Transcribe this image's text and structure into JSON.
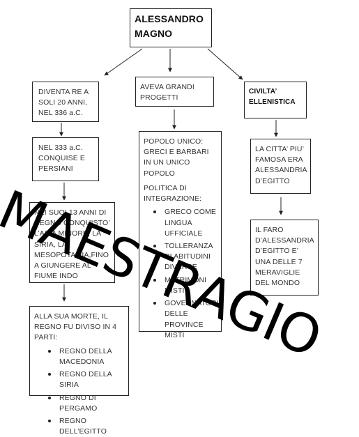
{
  "title": {
    "line1": "ALESSANDRO",
    "line2": "MAGNO"
  },
  "branches": {
    "re": {
      "lines": [
        "DIVENTA RE A",
        "SOLI 20 ANNI,",
        "NEL 336 a.C."
      ]
    },
    "progetti": {
      "lines": [
        "AVEVA GRANDI",
        "PROGETTI"
      ]
    },
    "civilta": {
      "lines": [
        "CIVILTA’",
        "ELLENISTICA"
      ]
    }
  },
  "conquista_333": {
    "lines": [
      "NEL 333 a.C.",
      "CONQUISE E",
      "PERSIANI"
    ]
  },
  "tredici_anni": {
    "text": "NEI SUOI 13 ANNI DI REGNO CONQUISTO’ L’ASIA MINORE, LA SIRIA, LA MESOPOTAMIA,FINO A GIUNGERE AL FIUME INDO"
  },
  "morte": {
    "intro": "ALLA SUA MORTE, IL REGNO FU DIVISO IN 4 PARTI:",
    "items": [
      "REGNO DELLA MACEDONIA",
      "REGNO DELLA SIRIA",
      "REGNO DI PERGAMO",
      "REGNO DELL’EGITTO"
    ]
  },
  "popolo": {
    "intro": "POPOLO UNICO: GRECI E BARBARI IN UN UNICO POPOLO",
    "politica": "POLITICA DI INTEGRAZIONE:",
    "items": [
      "GRECO COME LINGUA UFFICIALE",
      "TOLLERANZA DI ABITUDINI DIVERSE",
      "MATRIMONI MISTI",
      "GOVERNATORI DELLE PROVINCE MISTI"
    ]
  },
  "citta": {
    "lines": [
      "LA CITTA’ PIU’",
      "FAMOSA ERA",
      "ALESSANDRIA",
      "D’EGITTO"
    ]
  },
  "faro": {
    "text": "IL FARO D’ALESSANDRIA D’EGITTO E’ UNA DELLE 7 MERAVIGLIE DEL MONDO"
  },
  "watermark": "MAESTRAGIO",
  "colors": {
    "text": "#333333",
    "border": "#222222",
    "watermark": "#000000"
  }
}
